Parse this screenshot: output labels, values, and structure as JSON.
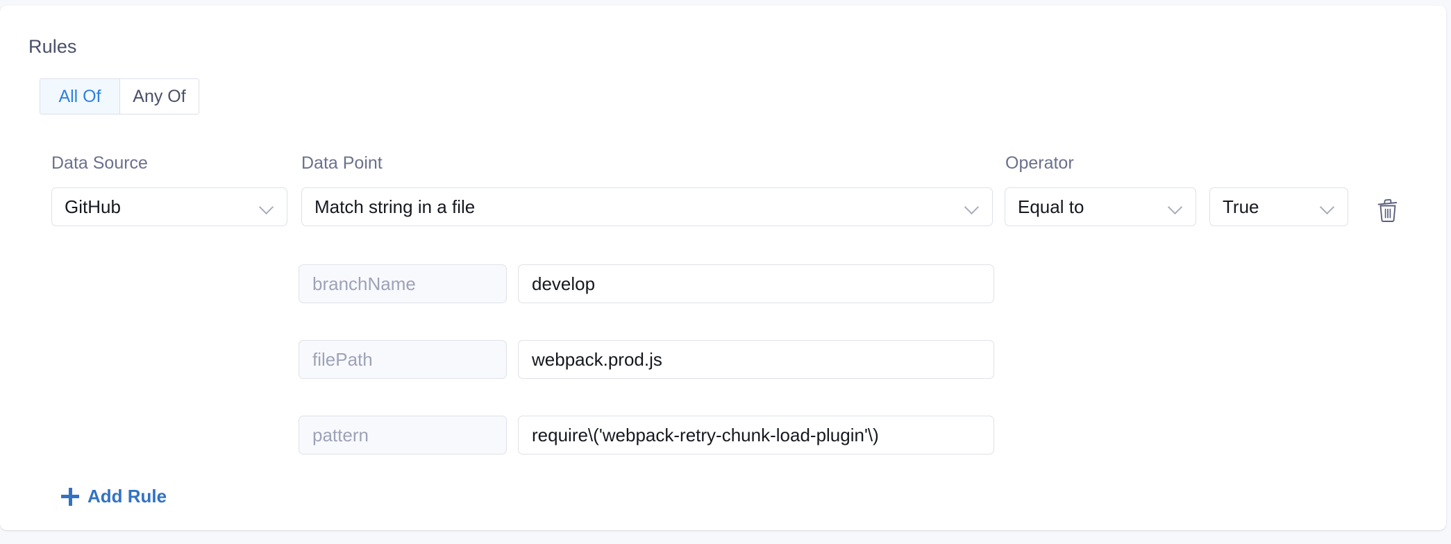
{
  "section": {
    "title": "Rules"
  },
  "match_mode": {
    "options": [
      {
        "label": "All Of",
        "active": true
      },
      {
        "label": "Any Of",
        "active": false
      }
    ]
  },
  "columns": {
    "data_source_label": "Data Source",
    "data_point_label": "Data Point",
    "operator_label": "Operator"
  },
  "rule": {
    "data_source": "GitHub",
    "data_point": "Match string in a file",
    "operator": "Equal to",
    "value": "True",
    "delete_icon": "trash-icon",
    "parameters": [
      {
        "key_placeholder": "branchName",
        "value": "develop"
      },
      {
        "key_placeholder": "filePath",
        "value": "webpack.prod.js"
      },
      {
        "key_placeholder": "pattern",
        "value": "require\\('webpack-retry-chunk-load-plugin'\\)"
      }
    ]
  },
  "actions": {
    "add_rule_label": "Add Rule",
    "add_rule_icon": "plus-icon"
  },
  "colors": {
    "accent_blue": "#3272c4",
    "toggle_active_text": "#2f80e0",
    "toggle_active_bg": "#f1f8fe",
    "label_gray": "#6b708c",
    "placeholder_gray": "#9ea2b8",
    "border_gray": "#dfe1ea",
    "page_bg": "#f7f8fb",
    "card_bg": "#ffffff"
  }
}
